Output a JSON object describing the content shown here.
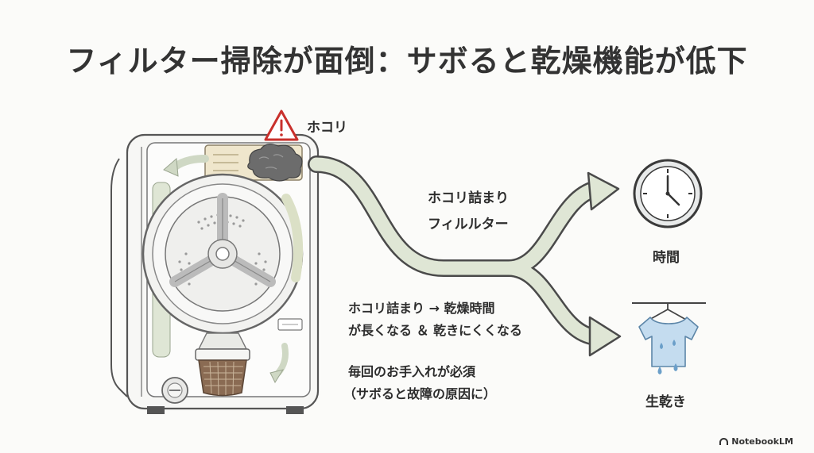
{
  "title": "フィルター掃除が面倒：サボると乾燥機能が低下",
  "labels": {
    "dust": "ホコリ",
    "pipe_line1": "ホコリ詰まり",
    "pipe_line2": "フィルルター",
    "time": "時間",
    "wet": "生乾き",
    "effect_line1": "ホコリ詰まり → 乾燥時間",
    "effect_line2": "が長くなる ＆ 乾きにくくなる",
    "care_line1": "毎回のお手入れが必須",
    "care_line2": "（サボると故障の原因に）"
  },
  "brand": "NotebookLM",
  "colors": {
    "pipe_fill": "#dfe6d5",
    "pipe_stroke": "#4a4a4a",
    "filter_box": "#efe6cc",
    "warning": "#c9302c",
    "water": "#6b9fc9",
    "shirt": "#c4dcef"
  },
  "icons": [
    "warning-icon",
    "clock-icon",
    "tshirt-icon",
    "water-drop-icon",
    "dust-clump-icon",
    "notebooklm-logo-icon"
  ]
}
